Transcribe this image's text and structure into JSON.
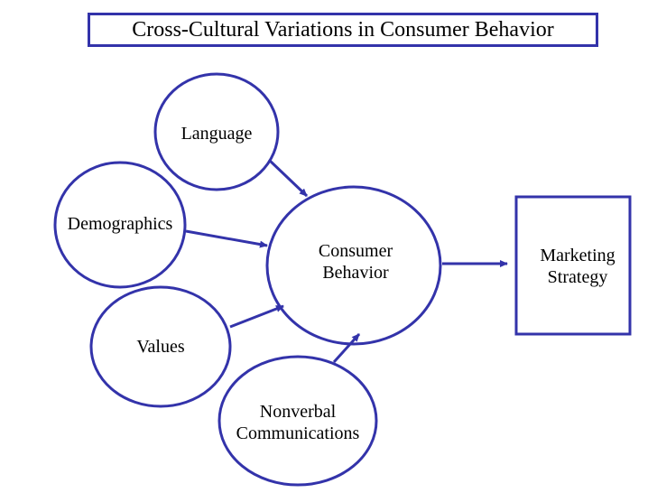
{
  "title": "Cross-Cultural Variations in Consumer Behavior",
  "nodes": {
    "language": "Language",
    "demographics": "Demographics",
    "values": "Values",
    "nonverbal": "Nonverbal\nCommunications",
    "consumer_behavior": "Consumer\nBehavior",
    "marketing_strategy": "Marketing\nStrategy"
  },
  "colors": {
    "stroke": "#3333aa",
    "text": "#000000",
    "background": "#ffffff"
  }
}
